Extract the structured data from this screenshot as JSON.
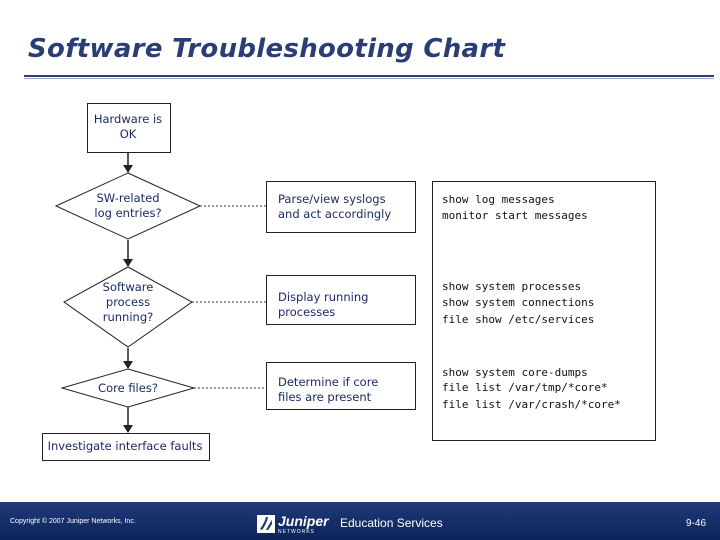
{
  "header": {
    "title": "Software Troubleshooting Chart"
  },
  "flow": {
    "start": "Hardware is OK",
    "decisions": [
      "SW-related log entries?",
      "Software process running?",
      "Core files?"
    ],
    "actions": [
      "Parse/view syslogs and act accordingly",
      "Display running processes",
      "Determine if core files are present"
    ],
    "commands": [
      [
        "show log messages",
        "monitor start messages"
      ],
      [
        "show system processes",
        "show system connections",
        "file show /etc/services"
      ],
      [
        "show system core-dumps",
        "file list /var/tmp/*core*",
        "file list /var/crash/*core*"
      ]
    ],
    "end": "Investigate interface faults"
  },
  "footer": {
    "copyright": "Copyright © 2007 Juniper Networks, Inc.",
    "brand": "Juniper",
    "brand_sub": "NETWORKS",
    "division": "Education Services",
    "page": "9-46"
  },
  "colors": {
    "title": "#2a3d74",
    "footer": "#1e3a78"
  }
}
